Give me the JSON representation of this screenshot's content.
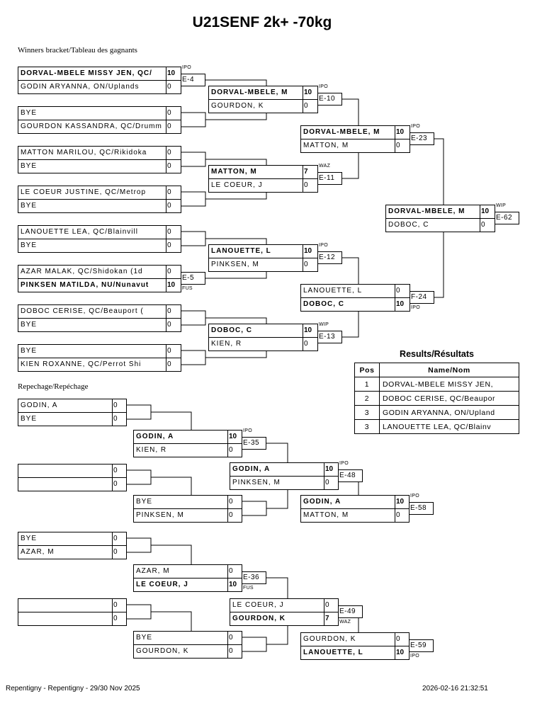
{
  "title": "U21SENF 2k+ -70kg",
  "winners_label": "Winners bracket/Tableau des gagnants",
  "repechage_label": "Repechage/Repéchage",
  "winners": [
    {
      "top": {
        "name": "DORVAL-MBELE MISSY JEN, QC/",
        "score": "10",
        "bold": true
      },
      "bottom": {
        "name": "GODIN ARYANNA, ON/Uplands",
        "score": "0"
      },
      "label": "E-4",
      "code": "IPO",
      "code_pos": "top"
    },
    {
      "top": {
        "name": "BYE",
        "score": "0"
      },
      "bottom": {
        "name": "GOURDON KASSANDRA, QC/Drumm",
        "score": "0"
      }
    },
    {
      "top": {
        "name": "MATTON MARILOU, QC/Rikidoka",
        "score": "0"
      },
      "bottom": {
        "name": "BYE",
        "score": "0"
      }
    },
    {
      "top": {
        "name": "LE COEUR JUSTINE, QC/Metrop",
        "score": "0"
      },
      "bottom": {
        "name": "BYE",
        "score": "0"
      }
    },
    {
      "top": {
        "name": "LANOUETTE LEA, QC/Blainvill",
        "score": "0"
      },
      "bottom": {
        "name": "BYE",
        "score": "0"
      }
    },
    {
      "top": {
        "name": "AZAR MALAK, QC/Shidokan (1d",
        "score": "0"
      },
      "bottom": {
        "name": "PINKSEN MATILDA, NU/Nunavut",
        "score": "10",
        "bold": true
      },
      "label": "E-5",
      "code": "FUS",
      "code_pos": "bottom"
    },
    {
      "top": {
        "name": "DOBOC CERISE, QC/Beauport (",
        "score": "0"
      },
      "bottom": {
        "name": "BYE",
        "score": "0"
      }
    },
    {
      "top": {
        "name": "BYE",
        "score": "0"
      },
      "bottom": {
        "name": "KIEN ROXANNE, QC/Perrot Shi",
        "score": "0"
      }
    },
    {
      "top": {
        "name": "DORVAL-MBELE, M",
        "score": "10",
        "bold": true
      },
      "bottom": {
        "name": "GOURDON, K",
        "score": "0"
      },
      "label": "E-10",
      "code": "IPO",
      "code_pos": "top"
    },
    {
      "top": {
        "name": "MATTON, M",
        "score": "7",
        "bold": true
      },
      "bottom": {
        "name": "LE COEUR, J",
        "score": "0"
      },
      "label": "E-11",
      "code": "WAZ",
      "code_pos": "top"
    },
    {
      "top": {
        "name": "LANOUETTE, L",
        "score": "10",
        "bold": true
      },
      "bottom": {
        "name": "PINKSEN, M",
        "score": "0"
      },
      "label": "E-12",
      "code": "IPO",
      "code_pos": "top"
    },
    {
      "top": {
        "name": "DOBOC, C",
        "score": "10",
        "bold": true
      },
      "bottom": {
        "name": "KIEN, R",
        "score": "0"
      },
      "label": "E-13",
      "code": "WIP",
      "code_pos": "top"
    },
    {
      "top": {
        "name": "DORVAL-MBELE, M",
        "score": "10",
        "bold": true
      },
      "bottom": {
        "name": "MATTON, M",
        "score": "0"
      },
      "label": "E-23",
      "code": "IPO",
      "code_pos": "top"
    },
    {
      "top": {
        "name": "LANOUETTE, L",
        "score": "0"
      },
      "bottom": {
        "name": "DOBOC, C",
        "score": "10",
        "bold": true
      },
      "label": "F-24",
      "code": "IPO",
      "code_pos": "bottom"
    },
    {
      "top": {
        "name": "DORVAL-MBELE, M",
        "score": "10",
        "bold": true
      },
      "bottom": {
        "name": "DOBOC, C",
        "score": "0"
      },
      "label": "E-62",
      "code": "WIP",
      "code_pos": "top"
    }
  ],
  "repechage": [
    {
      "top": {
        "name": "GODIN, A",
        "score": "0"
      },
      "bottom": {
        "name": "BYE",
        "score": "0"
      }
    },
    {
      "top": {
        "name": "",
        "score": "0"
      },
      "bottom": {
        "name": "",
        "score": "0"
      }
    },
    {
      "top": {
        "name": "BYE",
        "score": "0"
      },
      "bottom": {
        "name": "AZAR, M",
        "score": "0"
      }
    },
    {
      "top": {
        "name": "",
        "score": "0"
      },
      "bottom": {
        "name": "",
        "score": "0"
      }
    },
    {
      "top": {
        "name": "GODIN, A",
        "score": "10",
        "bold": true
      },
      "bottom": {
        "name": "KIEN, R",
        "score": "0"
      },
      "label": "E-35",
      "code": "IPO",
      "code_pos": "top"
    },
    {
      "top": {
        "name": "BYE",
        "score": "0"
      },
      "bottom": {
        "name": "PINKSEN, M",
        "score": "0"
      }
    },
    {
      "top": {
        "name": "AZAR, M",
        "score": "0"
      },
      "bottom": {
        "name": "LE COEUR, J",
        "score": "10",
        "bold": true
      },
      "label": "E-36",
      "code": "FUS",
      "code_pos": "bottom"
    },
    {
      "top": {
        "name": "BYE",
        "score": "0"
      },
      "bottom": {
        "name": "GOURDON, K",
        "score": "0"
      }
    },
    {
      "top": {
        "name": "GODIN, A",
        "score": "10",
        "bold": true
      },
      "bottom": {
        "name": "PINKSEN, M",
        "score": "0"
      },
      "label": "E-48",
      "code": "IPO",
      "code_pos": "top"
    },
    {
      "top": {
        "name": "LE COEUR, J",
        "score": "0"
      },
      "bottom": {
        "name": "GOURDON, K",
        "score": "7",
        "bold": true
      },
      "label": "E-49",
      "code": "WAZ",
      "code_pos": "bottom"
    },
    {
      "top": {
        "name": "GODIN, A",
        "score": "10",
        "bold": true
      },
      "bottom": {
        "name": "MATTON, M",
        "score": "0"
      },
      "label": "E-58",
      "code": "IPO",
      "code_pos": "top"
    },
    {
      "top": {
        "name": "GOURDON, K",
        "score": "0"
      },
      "bottom": {
        "name": "LANOUETTE, L",
        "score": "10",
        "bold": true
      },
      "label": "E-59",
      "code": "IPO",
      "code_pos": "bottom"
    }
  ],
  "results": {
    "title": "Results/Résultats",
    "col_pos": "Pos",
    "col_name": "Name/Nom",
    "rows": [
      {
        "pos": "1",
        "name": "DORVAL-MBELE MISSY JEN,"
      },
      {
        "pos": "2",
        "name": "DOBOC CERISE, QC/Beaupor"
      },
      {
        "pos": "3",
        "name": "GODIN ARYANNA, ON/Upland"
      },
      {
        "pos": "3",
        "name": "LANOUETTE LEA, QC/Blainv"
      }
    ]
  },
  "footer": {
    "left": "Repentigny - Repentigny - 29/30 Nov 2025",
    "right": "2026-02-16 21:32:51"
  }
}
